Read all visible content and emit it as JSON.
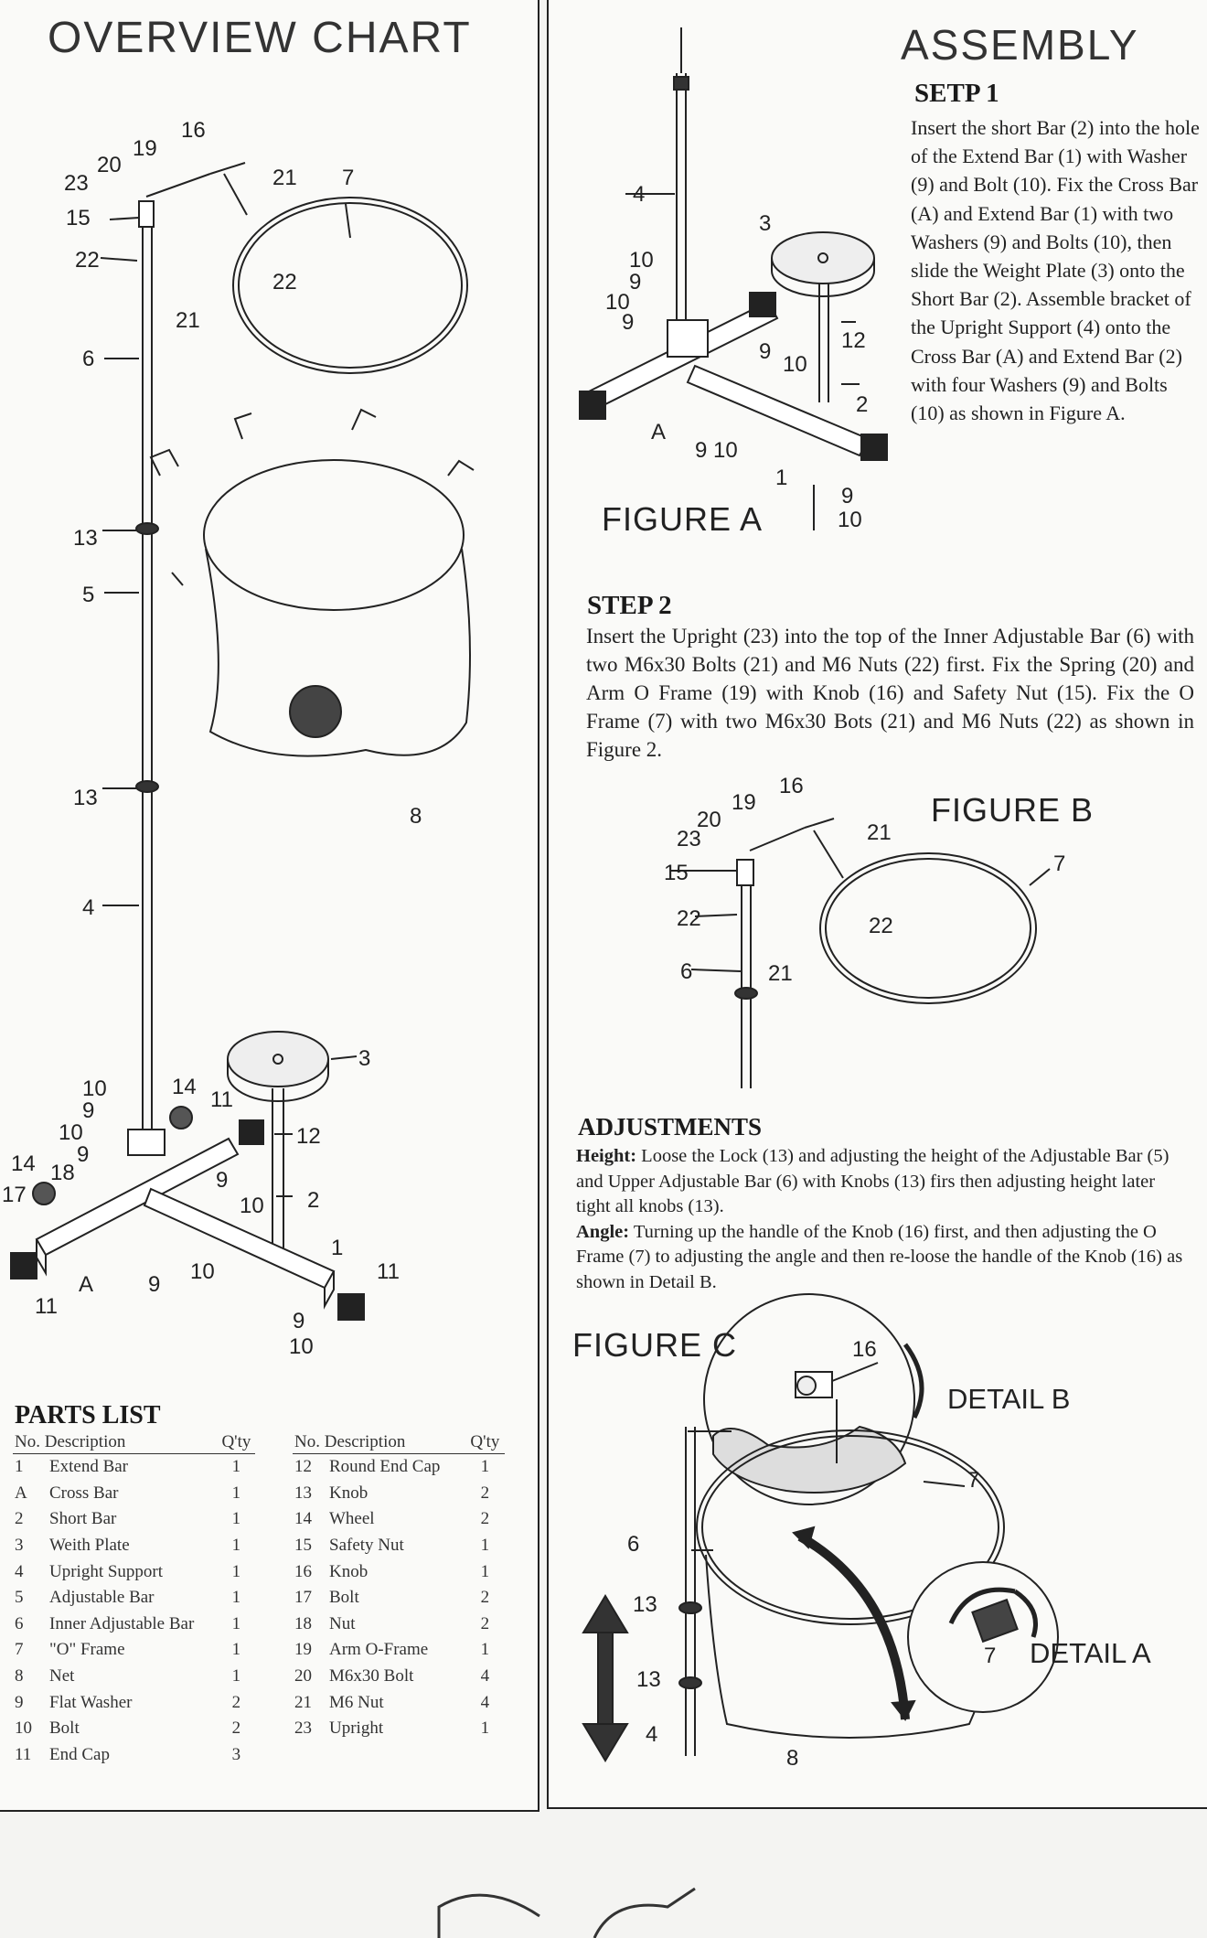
{
  "overview": {
    "title": "OVERVIEW CHART"
  },
  "assembly": {
    "title": "ASSEMBLY",
    "step1_heading": "SETP 1",
    "step1_text": "Insert the short Bar (2) into the hole of the Extend Bar (1) with Washer (9) and Bolt (10). Fix the Cross Bar (A) and Extend Bar (1) with two Washers (9) and Bolts (10), then slide the Weight Plate (3) onto the Short Bar (2). Assemble bracket of the Upright Support (4) onto the Cross Bar (A) and Extend Bar (2) with four Washers (9) and Bolts (10) as shown in Figure A.",
    "figure_a": "FIGURE A",
    "step2_heading": "STEP 2",
    "step2_text": "Insert the Upright (23) into the top of the Inner Adjustable Bar (6) with two M6x30 Bolts (21) and M6 Nuts (22) first. Fix the Spring (20) and Arm O Frame (19) with Knob (16) and Safety Nut (15). Fix the O Frame (7) with two M6x30 Bots (21) and M6 Nuts (22) as shown in Figure 2.",
    "figure_b": "FIGURE B",
    "adjustments_heading": "ADJUSTMENTS",
    "height_label": "Height:",
    "height_text": "Loose the Lock (13) and adjusting the height of the Adjustable Bar (5) and Upper Adjustable Bar (6) with Knobs (13) firs then adjusting height later tight all knobs (13).",
    "angle_label": "Angle:",
    "angle_text": "Turning up the handle of the Knob (16) first, and then adjusting the O Frame (7) to adjusting the angle and then re-loose the handle of the Knob (16) as shown in Detail B.",
    "figure_c": "FIGURE C",
    "detail_b": "DETAIL B",
    "detail_a": "DETAIL A"
  },
  "overview_labels": {
    "l16": "16",
    "l19": "19",
    "l20": "20",
    "l23": "23",
    "l15": "15",
    "l21a": "21",
    "l7": "7",
    "l22a": "22",
    "l22b": "22",
    "l21b": "21",
    "l6": "6",
    "l13a": "13",
    "l5": "5",
    "l13b": "13",
    "l8": "8",
    "l4": "4",
    "l3": "3",
    "l10a": "10",
    "l14a": "14",
    "l11a": "11",
    "l9a": "9",
    "l10b": "10",
    "l9b": "9",
    "l12": "12",
    "l14b": "14",
    "l18": "18",
    "l17": "17",
    "l9c": "9",
    "l10c": "10",
    "l2": "2",
    "l1": "1",
    "lA": "A",
    "l9d": "9",
    "l10d": "10",
    "l11b": "11",
    "l11c": "11",
    "l9e": "9",
    "l10e": "10"
  },
  "figa_labels": {
    "l4": "4",
    "l3": "3",
    "l10a": "10",
    "l9a": "9",
    "l10b": "10",
    "l9b": "9",
    "l12": "12",
    "l9c": "9",
    "l10c": "10",
    "l2": "2",
    "lA": "A",
    "l910": "9 10",
    "l1": "1",
    "l9d": "9",
    "l10d": "10"
  },
  "figb_labels": {
    "l16": "16",
    "l19": "19",
    "l20": "20",
    "l23": "23",
    "l15": "15",
    "l21a": "21",
    "l22a": "22",
    "l6": "6",
    "l22b": "22",
    "l21b": "21",
    "l7": "7"
  },
  "figc_labels": {
    "l16": "16",
    "l7a": "7",
    "l6": "6",
    "l13a": "13",
    "l13b": "13",
    "l4": "4",
    "l8": "8",
    "l7b": "7"
  },
  "parts_list": {
    "title": "PARTS LIST",
    "headers": {
      "no_desc": "No. Description",
      "qty": "Q'ty"
    },
    "left": [
      {
        "no": "1",
        "desc": "Extend Bar",
        "qty": "1"
      },
      {
        "no": "A",
        "desc": "Cross Bar",
        "qty": "1"
      },
      {
        "no": "2",
        "desc": "Short Bar",
        "qty": "1"
      },
      {
        "no": "3",
        "desc": "Weith Plate",
        "qty": "1"
      },
      {
        "no": "4",
        "desc": "Upright Support",
        "qty": "1"
      },
      {
        "no": "5",
        "desc": "Adjustable Bar",
        "qty": "1"
      },
      {
        "no": "6",
        "desc": "Inner Adjustable Bar",
        "qty": "1"
      },
      {
        "no": "7",
        "desc": "\"O\" Frame",
        "qty": "1"
      },
      {
        "no": "8",
        "desc": "Net",
        "qty": "1"
      },
      {
        "no": "9",
        "desc": "Flat Washer",
        "qty": "2"
      },
      {
        "no": "10",
        "desc": "Bolt",
        "qty": "2"
      },
      {
        "no": "11",
        "desc": "End Cap",
        "qty": "3"
      }
    ],
    "right": [
      {
        "no": "12",
        "desc": "Round End Cap",
        "qty": "1"
      },
      {
        "no": "13",
        "desc": "Knob",
        "qty": "2"
      },
      {
        "no": "14",
        "desc": "Wheel",
        "qty": "2"
      },
      {
        "no": "15",
        "desc": "Safety Nut",
        "qty": "1"
      },
      {
        "no": "16",
        "desc": "Knob",
        "qty": "1"
      },
      {
        "no": "17",
        "desc": "Bolt",
        "qty": "2"
      },
      {
        "no": "18",
        "desc": "Nut",
        "qty": "2"
      },
      {
        "no": "19",
        "desc": "Arm O-Frame",
        "qty": "1"
      },
      {
        "no": "20",
        "desc": "M6x30 Bolt",
        "qty": "4"
      },
      {
        "no": "21",
        "desc": "M6 Nut",
        "qty": "4"
      },
      {
        "no": "23",
        "desc": "Upright",
        "qty": "1"
      }
    ]
  }
}
